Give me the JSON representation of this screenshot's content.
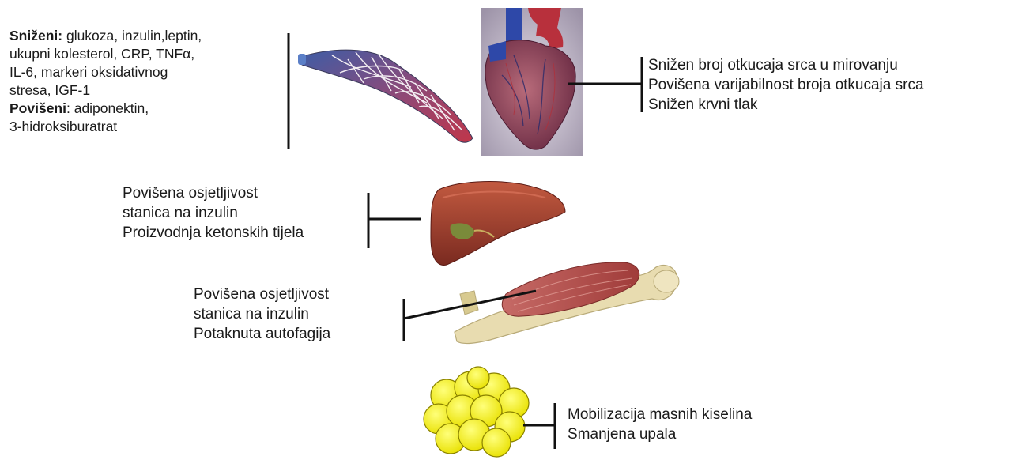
{
  "blood": {
    "decreased_label": "Sniženi:",
    "decreased_line1": " glukoza, inzulin,leptin,",
    "decreased_line2": "ukupni kolesterol, CRP, TNFα,",
    "decreased_line3": "IL-6, markeri oksidativnog",
    "decreased_line4": "stresa, IGF-1",
    "increased_label": "Povišeni",
    "increased_line1": ": adiponektin,",
    "increased_line2": "3-hidroksiburatrat"
  },
  "heart": {
    "items": [
      "Snižen broj otkucaja srca u mirovanju",
      "Povišena varijabilnost broja otkucaja srca",
      "Snižen krvni tlak"
    ]
  },
  "liver": {
    "items": [
      "Povišena osjetljivost",
      "stanica na inzulin",
      "Proizvodnja ketonskih tijela"
    ]
  },
  "muscle": {
    "items": [
      "Povišena osjetljivost",
      "stanica na inzulin",
      "Potaknuta autofagija"
    ]
  },
  "fat": {
    "items": [
      "Mobilizacija masnih kiselina",
      "Smanjena upala"
    ]
  },
  "colors": {
    "vein": "#3d5da6",
    "artery": "#b8364b",
    "heart_bg": "#ccc4d4",
    "liver": "#9c3a2c",
    "muscle": "#b44a48",
    "bone": "#e8dcb0",
    "fat": "#f2ef1e",
    "bracket": "#111111"
  },
  "icons": [
    "blood-vessel-network-icon",
    "heart-icon",
    "liver-icon",
    "muscle-bone-icon",
    "fat-cells-icon"
  ]
}
